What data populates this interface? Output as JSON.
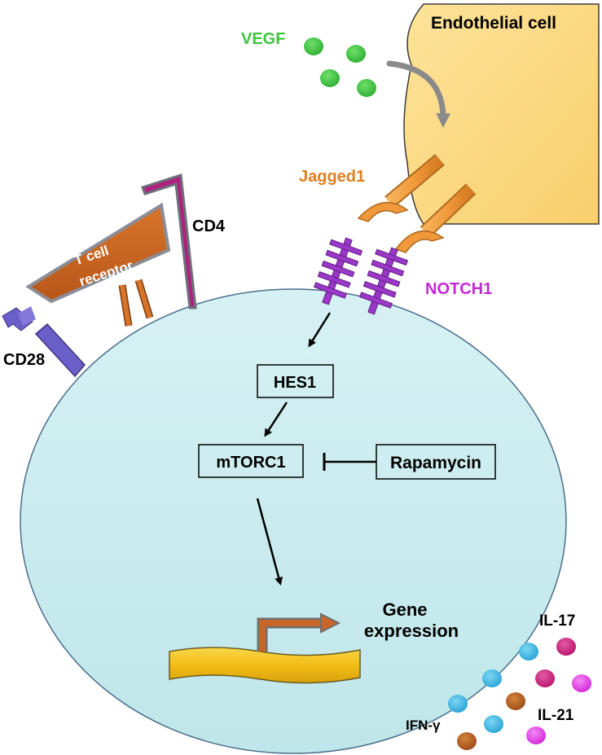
{
  "labels": {
    "endothelial_cell": "Endothelial cell",
    "vegf": "VEGF",
    "jagged1": "Jagged1",
    "notch1": "NOTCH1",
    "cd4": "CD4",
    "cd28": "CD28",
    "tcr_line1": "T cell",
    "tcr_line2": "receptor",
    "hes1": "HES1",
    "mtorc1": "mTORC1",
    "rapamycin": "Rapamycin",
    "gene_line1": "Gene",
    "gene_line2": "expression",
    "il17": "IL-17",
    "il21": "IL-21",
    "ifng": "IFN-γ"
  },
  "colors": {
    "cell_fill": "#c9ecef",
    "endothelial_fill": "#fcd880",
    "vegf": "#3fc63f",
    "jagged": "#ee9a3a",
    "notch": "#9b38c9",
    "cd4": "#b0207e",
    "tcr": "#cc6318",
    "cd28": "#6a5ec9",
    "gene_bar": "#f3c21a",
    "ifng_dot": "#3bb6e2",
    "il17_dot": "#cc1f79",
    "il21_dot": "#b3581c",
    "magenta_dot": "#e43ce8"
  }
}
